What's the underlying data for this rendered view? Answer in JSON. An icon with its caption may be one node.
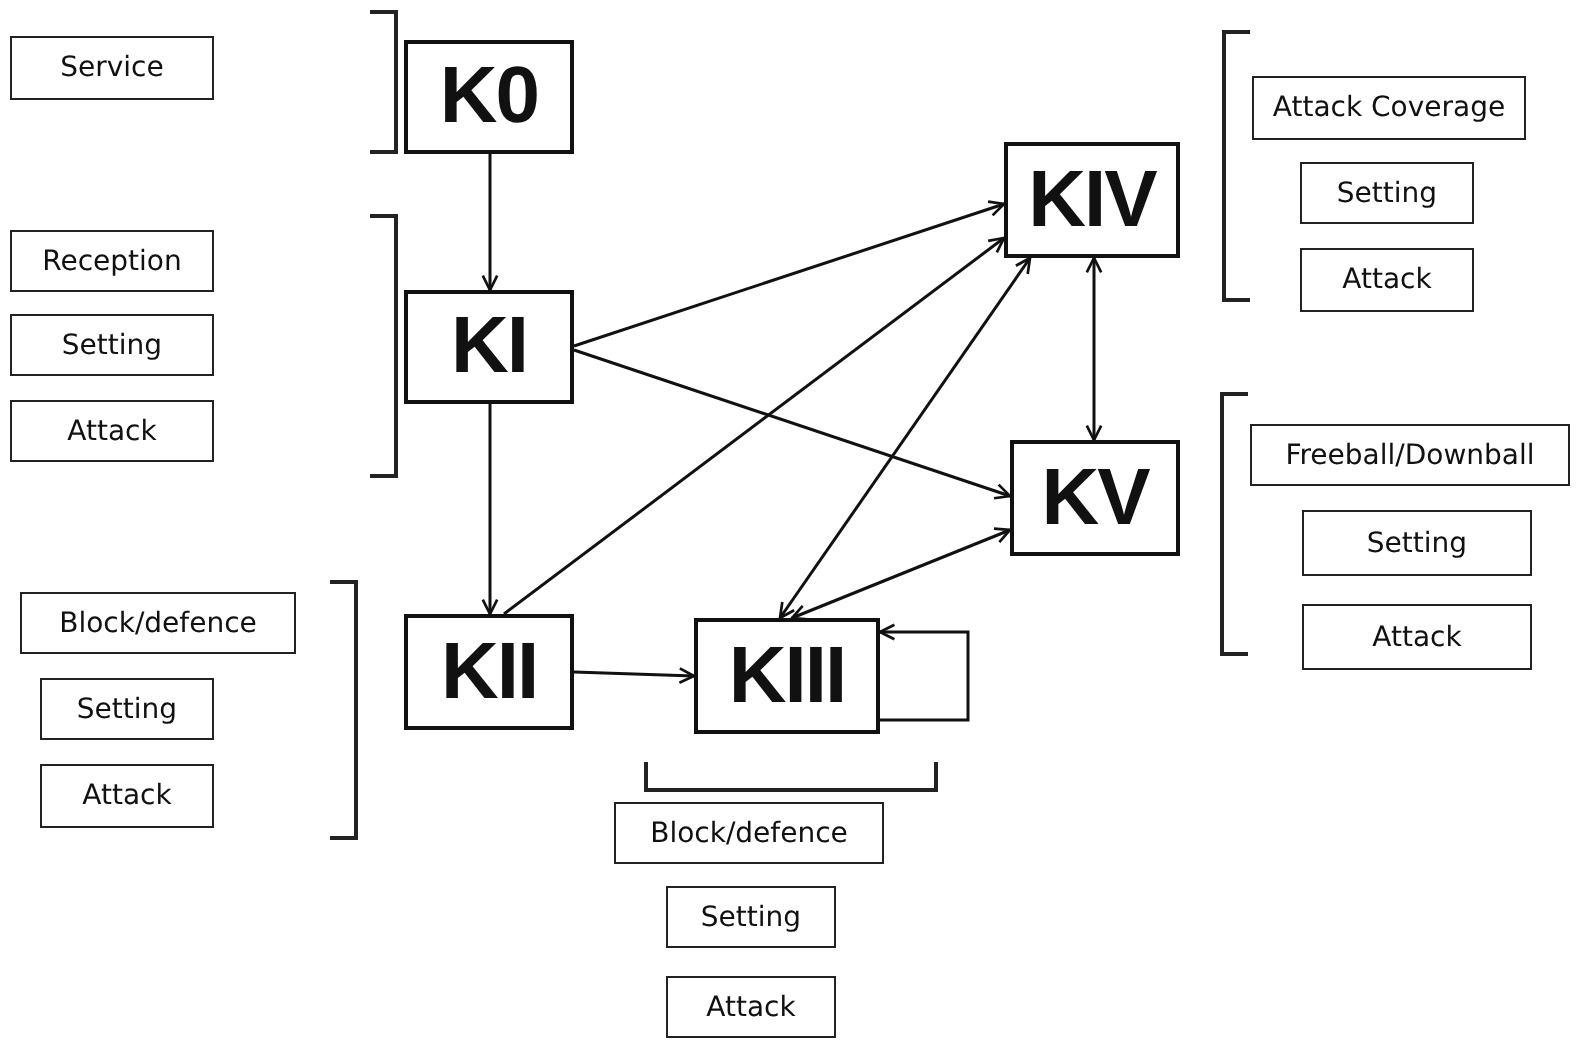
{
  "diagram": {
    "nodes": [
      {
        "text": [
          "Service"
        ]
      },
      {
        "text": [
          "K0"
        ]
      },
      {
        "text": [
          "Attack Coverage"
        ]
      },
      {
        "text": [
          "Setting"
        ]
      },
      {
        "text": [
          "Attack"
        ]
      },
      {
        "text": [
          "KIV"
        ]
      },
      {
        "text": [
          "Reception"
        ]
      },
      {
        "text": [
          "Setting"
        ]
      },
      {
        "text": [
          "Attack"
        ]
      },
      {
        "text": [
          "KI"
        ]
      },
      {
        "text": [
          "Freeball/Downball"
        ]
      },
      {
        "text": [
          "Setting"
        ]
      },
      {
        "text": [
          "Attack"
        ]
      },
      {
        "text": [
          "KV"
        ]
      },
      {
        "text": [
          "Block/defence"
        ]
      },
      {
        "text": [
          "Setting"
        ]
      },
      {
        "text": [
          "Attack"
        ]
      },
      {
        "text": [
          "KII"
        ]
      },
      {
        "text": [
          "KIII"
        ]
      },
      {
        "text": [
          "Block/defence"
        ]
      },
      {
        "text": [
          "Setting"
        ]
      },
      {
        "text": [
          "Attack"
        ]
      }
    ],
    "edges": [
      {
        "from": 1,
        "to": 9,
        "arrow": "to"
      },
      {
        "from": 9,
        "to": 17,
        "arrow": "to"
      },
      {
        "from": 9,
        "to": 5,
        "arrow": "to"
      },
      {
        "from": 9,
        "to": 13,
        "arrow": "to"
      },
      {
        "from": 17,
        "to": 5,
        "arrow": "to"
      },
      {
        "from": 18,
        "to": 5,
        "arrow": "both"
      },
      {
        "from": 18,
        "to": 13,
        "arrow": "both"
      },
      {
        "from": 17,
        "to": 18,
        "arrow": "to"
      },
      {
        "from": 18,
        "to": 18,
        "arrow": "to"
      },
      {
        "from": 5,
        "to": 13,
        "arrow": "both"
      }
    ]
  }
}
